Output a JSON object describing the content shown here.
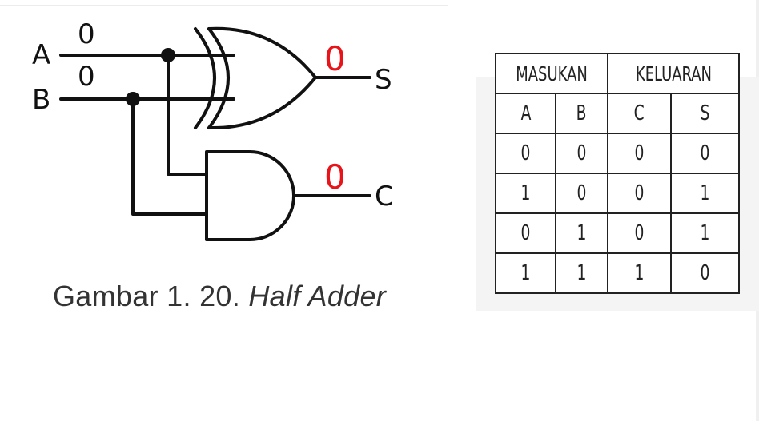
{
  "circuit": {
    "input_a_label": "A",
    "input_b_label": "B",
    "input_a_value": "0",
    "input_b_value": "0",
    "output_s_label": "S",
    "output_c_label": "C",
    "output_s_value": "0",
    "output_c_value": "0",
    "value_color": "#e8141a",
    "gates": [
      "xor-gate",
      "and-gate"
    ]
  },
  "caption": {
    "prefix": "Gambar 1. 20.",
    "title": "Half Adder"
  },
  "truth_table": {
    "groups": [
      "MASUKAN",
      "KELUARAN"
    ],
    "columns": [
      "A",
      "B",
      "C",
      "S"
    ],
    "rows": [
      [
        "0",
        "0",
        "0",
        "0"
      ],
      [
        "1",
        "0",
        "0",
        "1"
      ],
      [
        "0",
        "1",
        "0",
        "1"
      ],
      [
        "1",
        "1",
        "1",
        "0"
      ]
    ]
  }
}
